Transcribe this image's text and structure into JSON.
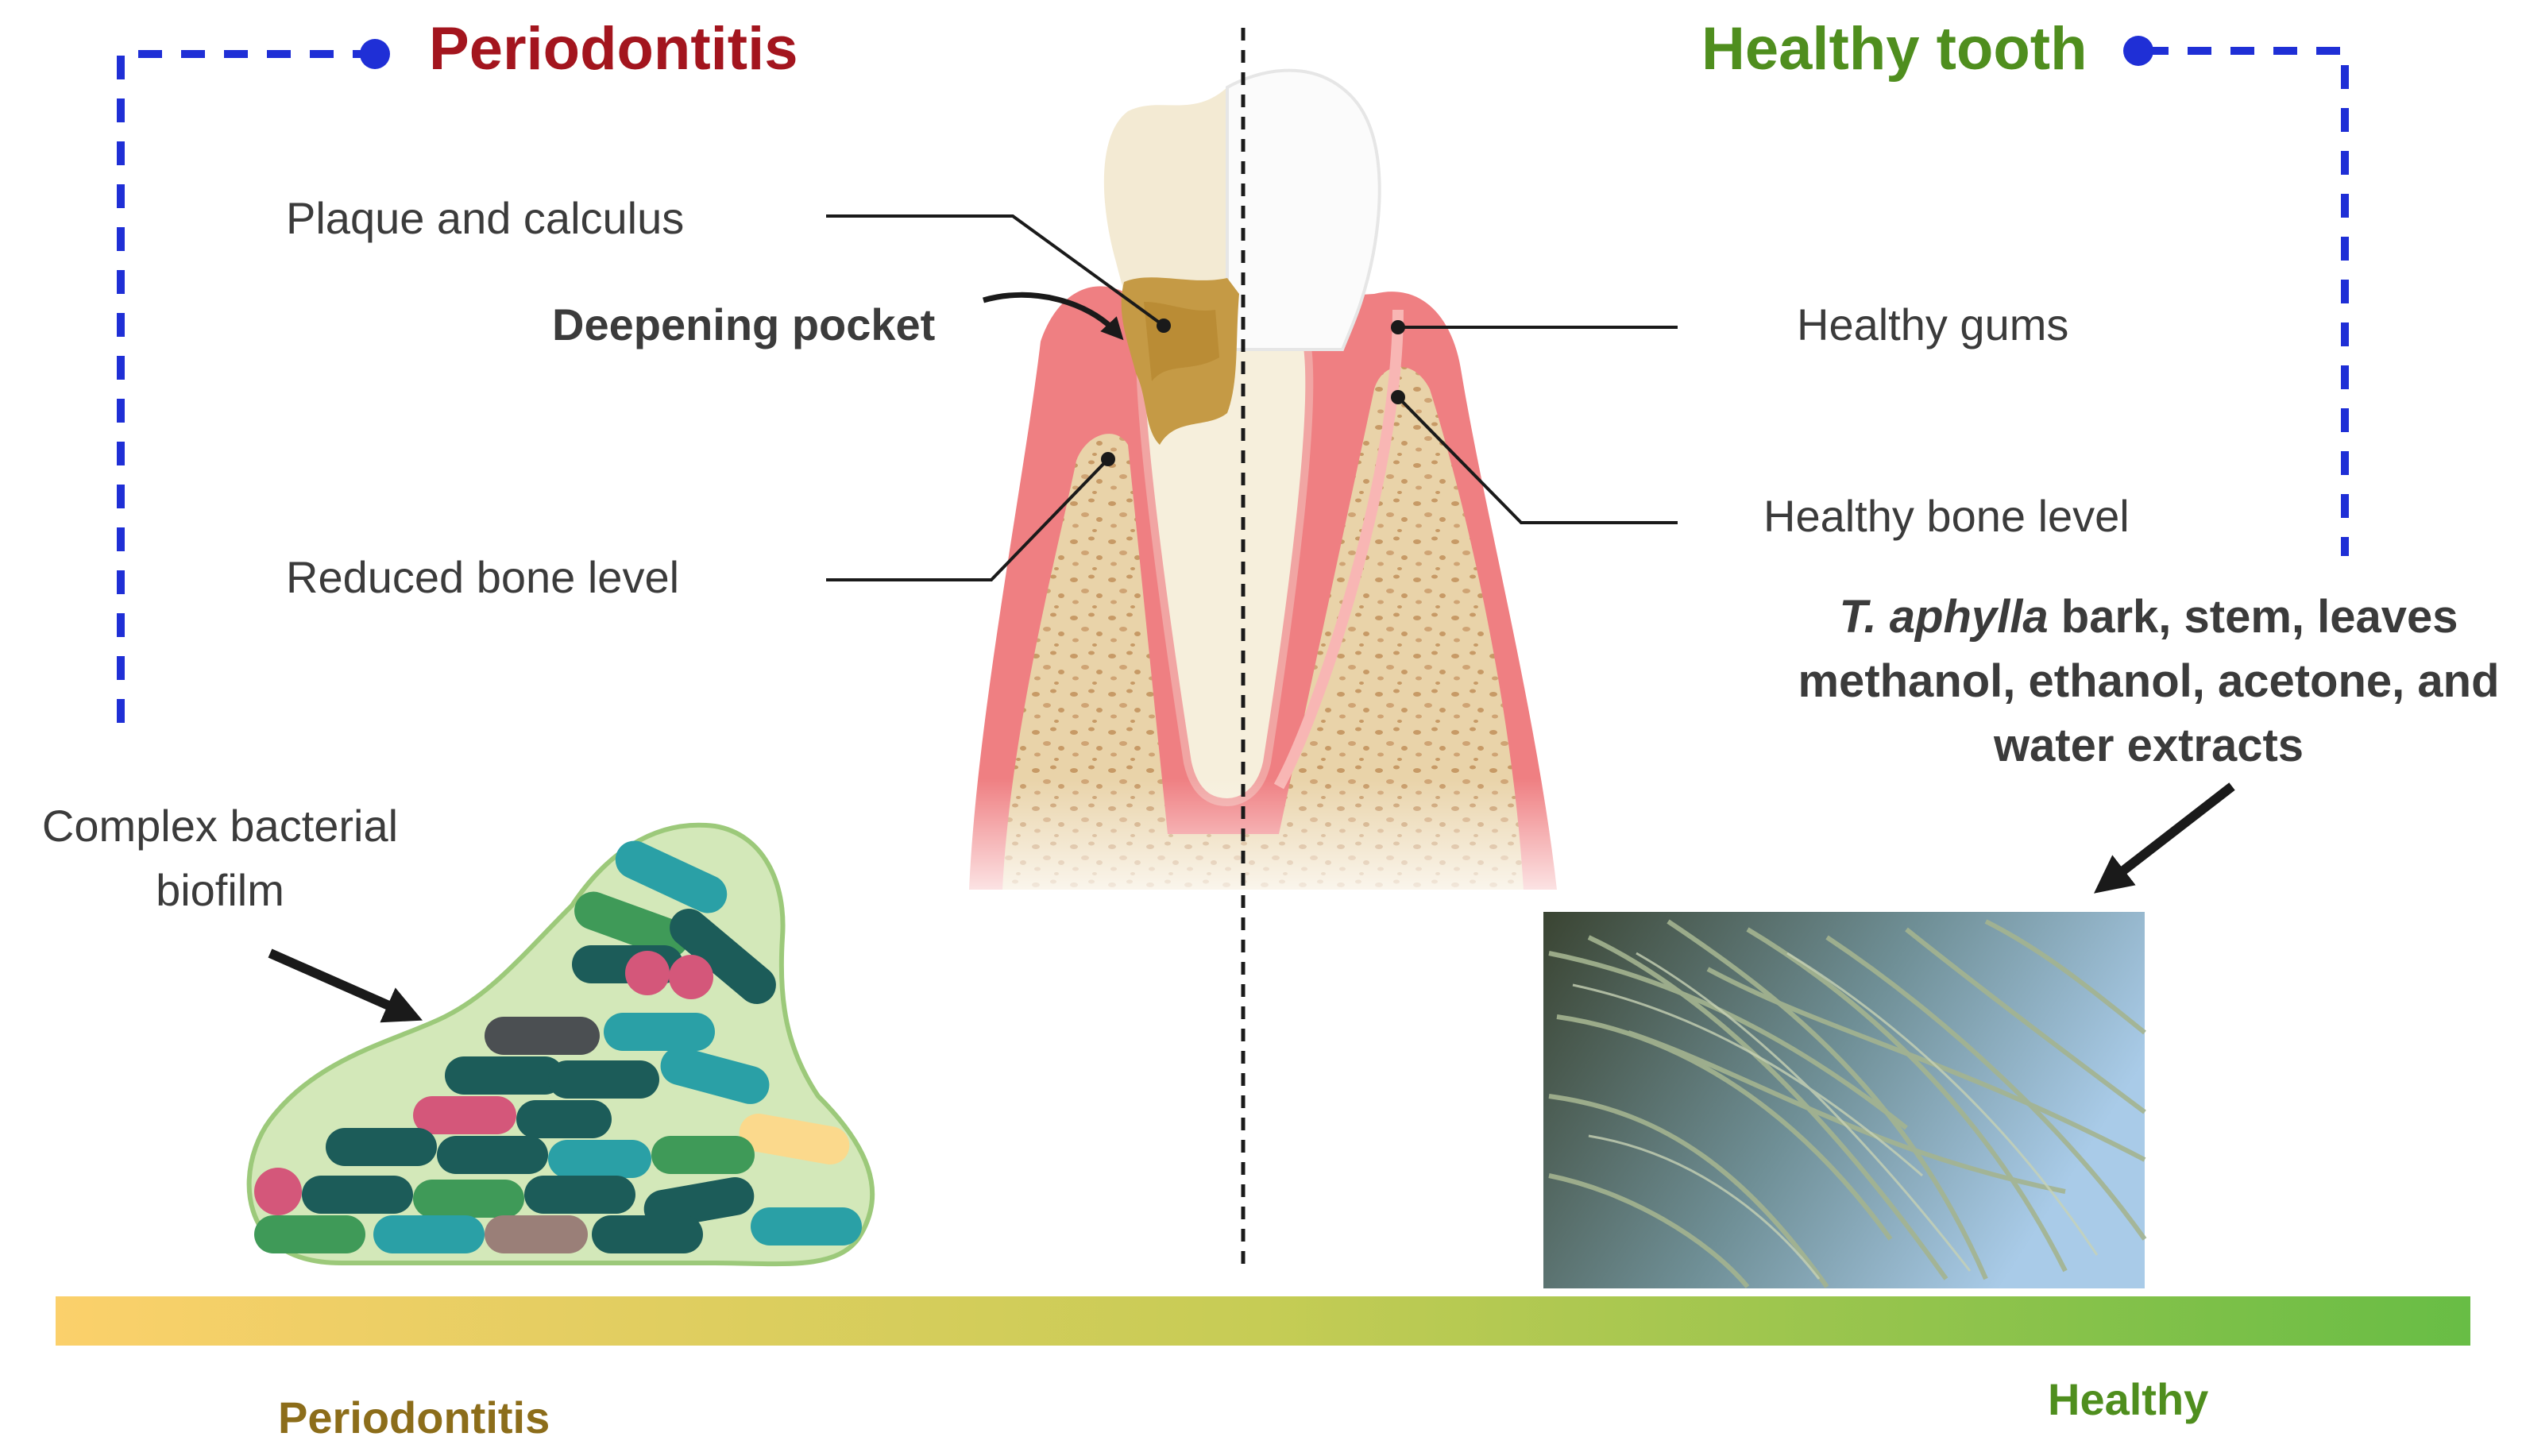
{
  "titles": {
    "left": "Periodontitis",
    "right": "Healthy tooth",
    "left_color": "#a3151e",
    "right_color": "#4f8e1e"
  },
  "labels": {
    "plaque": "Plaque and calculus",
    "pocket": "Deepening pocket",
    "reduced_bone": "Reduced bone level",
    "healthy_gums": "Healthy gums",
    "healthy_bone": "Healthy bone level",
    "biofilm_line1": "Complex bacterial",
    "biofilm_line2": "biofilm"
  },
  "extract_caption": {
    "species": "T. aphylla",
    "line1_rest": " bark, stem, leaves",
    "line2": "methanol, ethanol, acetone, and",
    "line3": "water extracts"
  },
  "scale": {
    "left_label": "Periodontitis",
    "right_label": "Healthy",
    "left_color": "#fbd06b",
    "right_color": "#68bd45",
    "left_label_color": "#8c6d1a",
    "right_label_color": "#4f8e1e"
  },
  "icons": {
    "tooth": "tooth-cross-section-icon",
    "biofilm": "bacterial-biofilm-icon",
    "plant": "tamarix-branches-photo"
  }
}
